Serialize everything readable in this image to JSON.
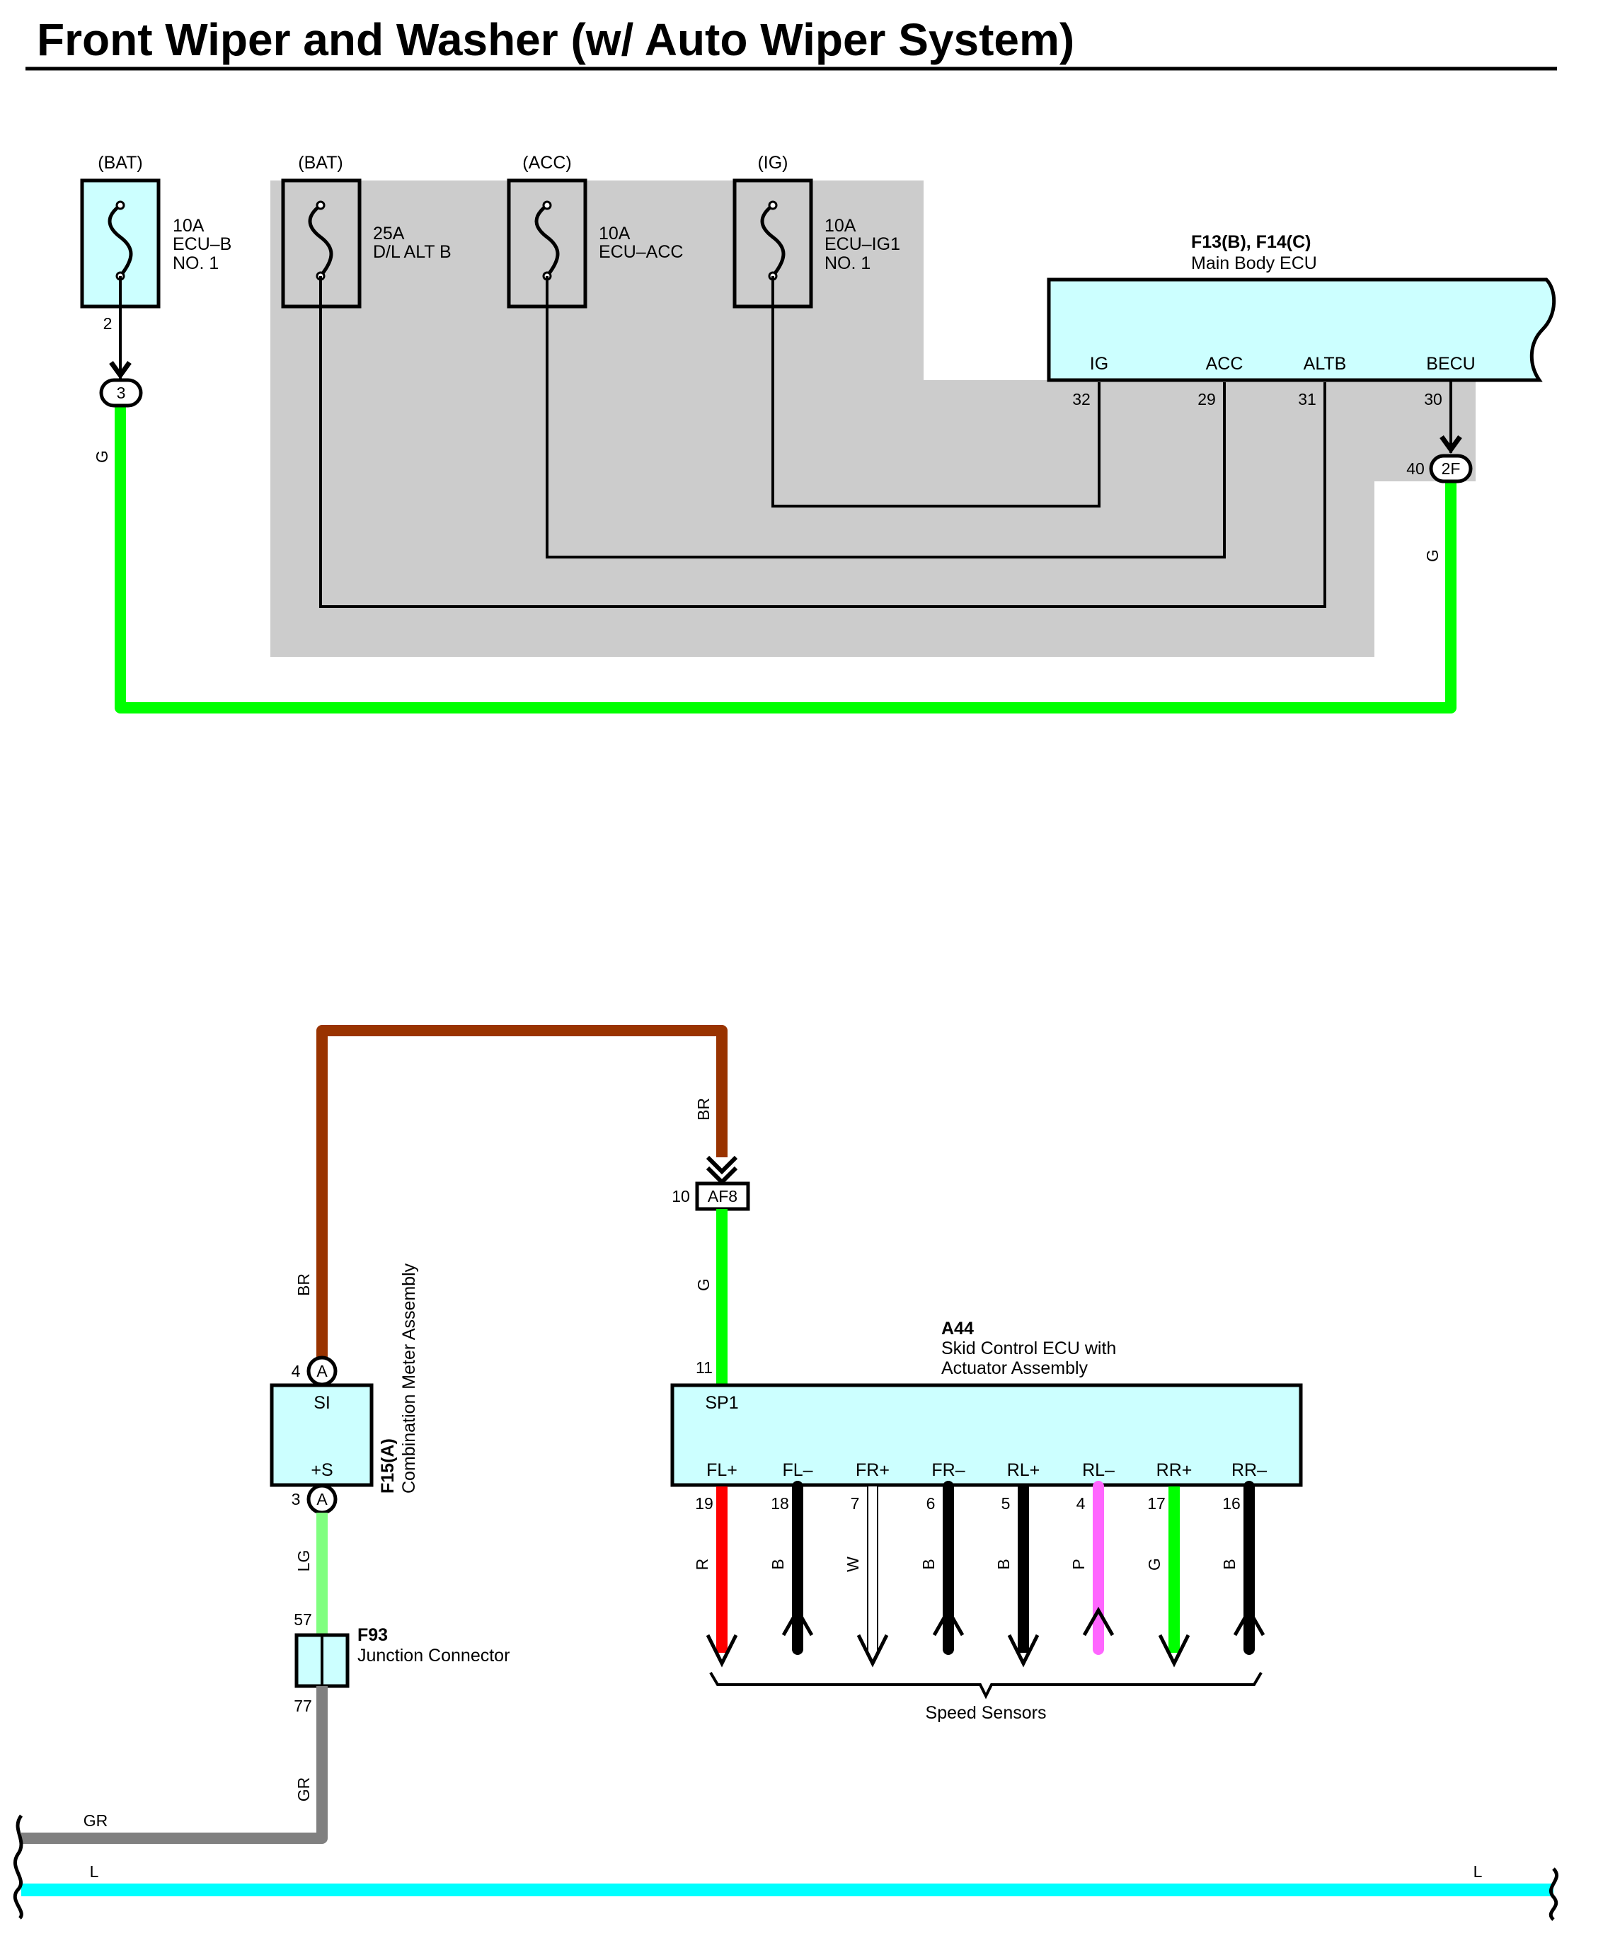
{
  "title": "Front Wiper and Washer (w/ Auto Wiper System)",
  "colors": {
    "G": "#00ff00",
    "LG": "#80ff80",
    "BR": "#993300",
    "R": "#ff0000",
    "B": "#000000",
    "W": "#ffffff",
    "P": "#ff66ff",
    "GR": "#808080",
    "L": "#00ffff",
    "component_fill": "#ccffff",
    "shade": "#cccccc"
  },
  "fuses": [
    {
      "source": "(BAT)",
      "rating": "10A",
      "name": "ECU–B",
      "line3": "NO. 1"
    },
    {
      "source": "(BAT)",
      "rating": "25A",
      "name": "D/L ALT B",
      "line3": ""
    },
    {
      "source": "(ACC)",
      "rating": "10A",
      "name": "ECU–ACC",
      "line3": ""
    },
    {
      "source": "(IG)",
      "rating": "10A",
      "name": "ECU–IG1",
      "line3": "NO. 1"
    }
  ],
  "main_body_ecu": {
    "connector": "F13(B), F14(C)",
    "name": "Main Body ECU",
    "terminals": [
      {
        "label": "IG",
        "pin": "32"
      },
      {
        "label": "ACC",
        "pin": "29"
      },
      {
        "label": "ALTB",
        "pin": "31"
      },
      {
        "label": "BECU",
        "pin": "30"
      }
    ]
  },
  "junctions": {
    "j3": {
      "label": "3",
      "pin": "2"
    },
    "j2f": {
      "label": "2F",
      "pin": "40"
    },
    "af8": {
      "label": "AF8",
      "pin": "10"
    }
  },
  "wire_labels": {
    "g_left": "G",
    "g_right": "G",
    "br_top": "BR",
    "br_left": "BR",
    "g_mid": "G",
    "lg": "LG",
    "gr_vert": "GR",
    "gr_horiz": "GR",
    "l_left": "L",
    "l_right": "L"
  },
  "combination_meter": {
    "connector": "F15(A)",
    "name": "Combination Meter Assembly",
    "si": "SI",
    "s_plus": "+S",
    "pin_top": "4",
    "pin_bottom": "3",
    "badge": "A"
  },
  "junction_connector": {
    "connector": "F93",
    "name": "Junction Connector",
    "pin_top": "57",
    "pin_bottom": "77"
  },
  "skid_ecu": {
    "connector": "A44",
    "name_line1": "Skid Control ECU with",
    "name_line2": "Actuator Assembly",
    "sp1": "SP1",
    "sp1_pin": "11",
    "terminals": [
      {
        "label": "FL+",
        "pin": "19",
        "wire": "R"
      },
      {
        "label": "FL–",
        "pin": "18",
        "wire": "B"
      },
      {
        "label": "FR+",
        "pin": "7",
        "wire": "W"
      },
      {
        "label": "FR–",
        "pin": "6",
        "wire": "B"
      },
      {
        "label": "RL+",
        "pin": "5",
        "wire": "B"
      },
      {
        "label": "RL–",
        "pin": "4",
        "wire": "P"
      },
      {
        "label": "RR+",
        "pin": "17",
        "wire": "G"
      },
      {
        "label": "RR–",
        "pin": "16",
        "wire": "B"
      }
    ]
  },
  "speed_sensors": "Speed Sensors"
}
